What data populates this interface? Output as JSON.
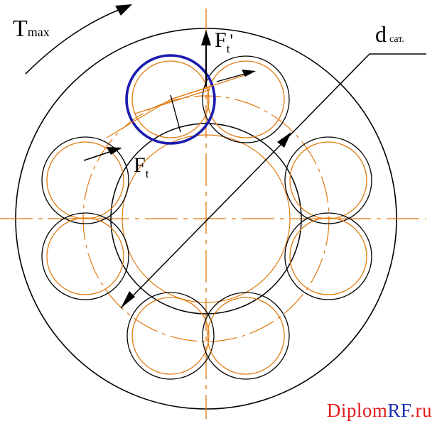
{
  "labels": {
    "torque_main": "T",
    "torque_sub": "max",
    "force_top_main": "F",
    "force_top_sub": "t",
    "force_top_prime": "'",
    "force_left_main": "F",
    "force_left_sub": "t",
    "diameter_main": "d",
    "diameter_sub": "сат."
  },
  "watermark": {
    "part1": "Diplom",
    "part2": "RF",
    "part3": ".ru"
  },
  "colors": {
    "outline": "#000000",
    "construction": "#e07a10",
    "highlight": "#1c1cb0",
    "watermark_red": "#e21b1b",
    "watermark_blue": "#1c2fb5"
  }
}
